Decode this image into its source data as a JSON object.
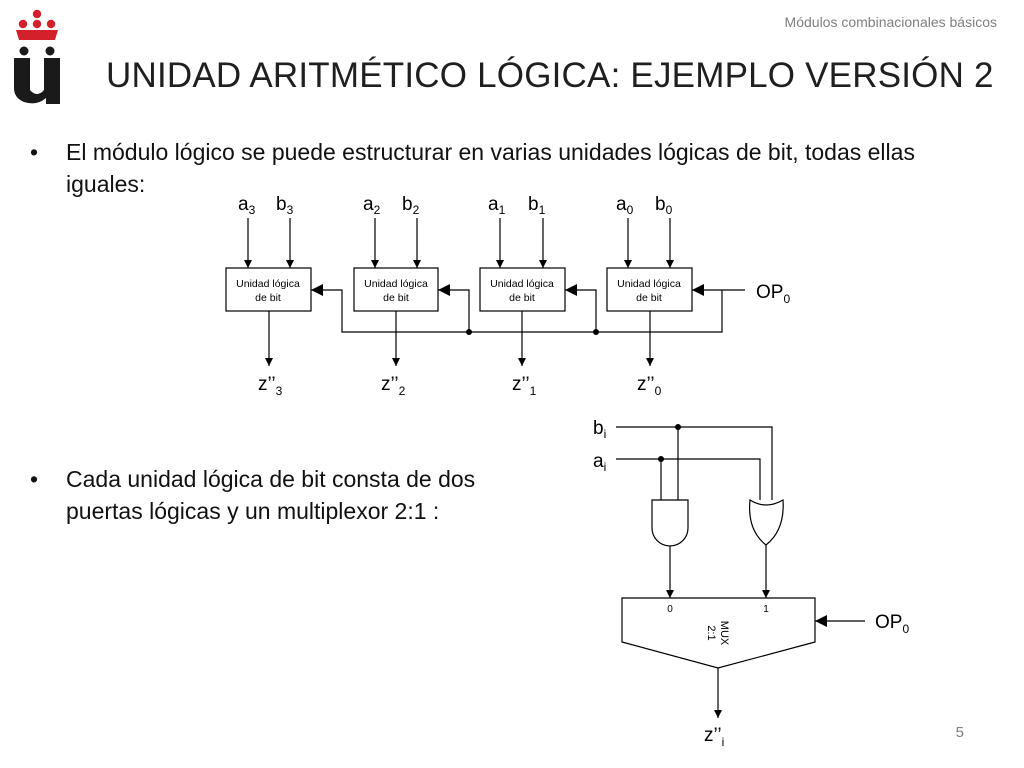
{
  "header": {
    "section": "Módulos combinacionales básicos",
    "title": "UNIDAD ARITMÉTICO LÓGICA: EJEMPLO VERSIÓN 2"
  },
  "bullets": [
    {
      "marker": "•",
      "text": "El módulo lógico se puede estructurar en varias unidades lógicas de bit, todas ellas iguales:"
    },
    {
      "marker": "•",
      "text": "Cada unidad lógica de bit consta de dos puertas lógicas y un multiplexor 2:1 :"
    }
  ],
  "diagram1": {
    "units": [
      {
        "a": "a",
        "a_sub": "3",
        "b": "b",
        "b_sub": "3",
        "box_line1": "Unidad lógica",
        "box_line2": "de bit",
        "out": "z’’",
        "out_sub": "3"
      },
      {
        "a": "a",
        "a_sub": "2",
        "b": "b",
        "b_sub": "2",
        "box_line1": "Unidad lógica",
        "box_line2": "de bit",
        "out": "z’’",
        "out_sub": "2"
      },
      {
        "a": "a",
        "a_sub": "1",
        "b": "b",
        "b_sub": "1",
        "box_line1": "Unidad lógica",
        "box_line2": "de bit",
        "out": "z’’",
        "out_sub": "1"
      },
      {
        "a": "a",
        "a_sub": "0",
        "b": "b",
        "b_sub": "0",
        "box_line1": "Unidad lógica",
        "box_line2": "de bit",
        "out": "z’’",
        "out_sub": "0"
      }
    ],
    "control": "OP",
    "control_sub": "0"
  },
  "diagram2": {
    "input_b": "b",
    "input_b_sub": "i",
    "input_a": "a",
    "input_a_sub": "i",
    "mux_in0": "0",
    "mux_in1": "1",
    "mux_line1": "MUX",
    "mux_line2": "2:1",
    "control": "OP",
    "control_sub": "0",
    "output": "z’’",
    "output_sub": "i"
  },
  "page_number": "5",
  "colors": {
    "logo_red": "#d4202a",
    "logo_black": "#1a1a1a",
    "header_gray": "#7f7f7f",
    "title": "#1f1f1f"
  }
}
